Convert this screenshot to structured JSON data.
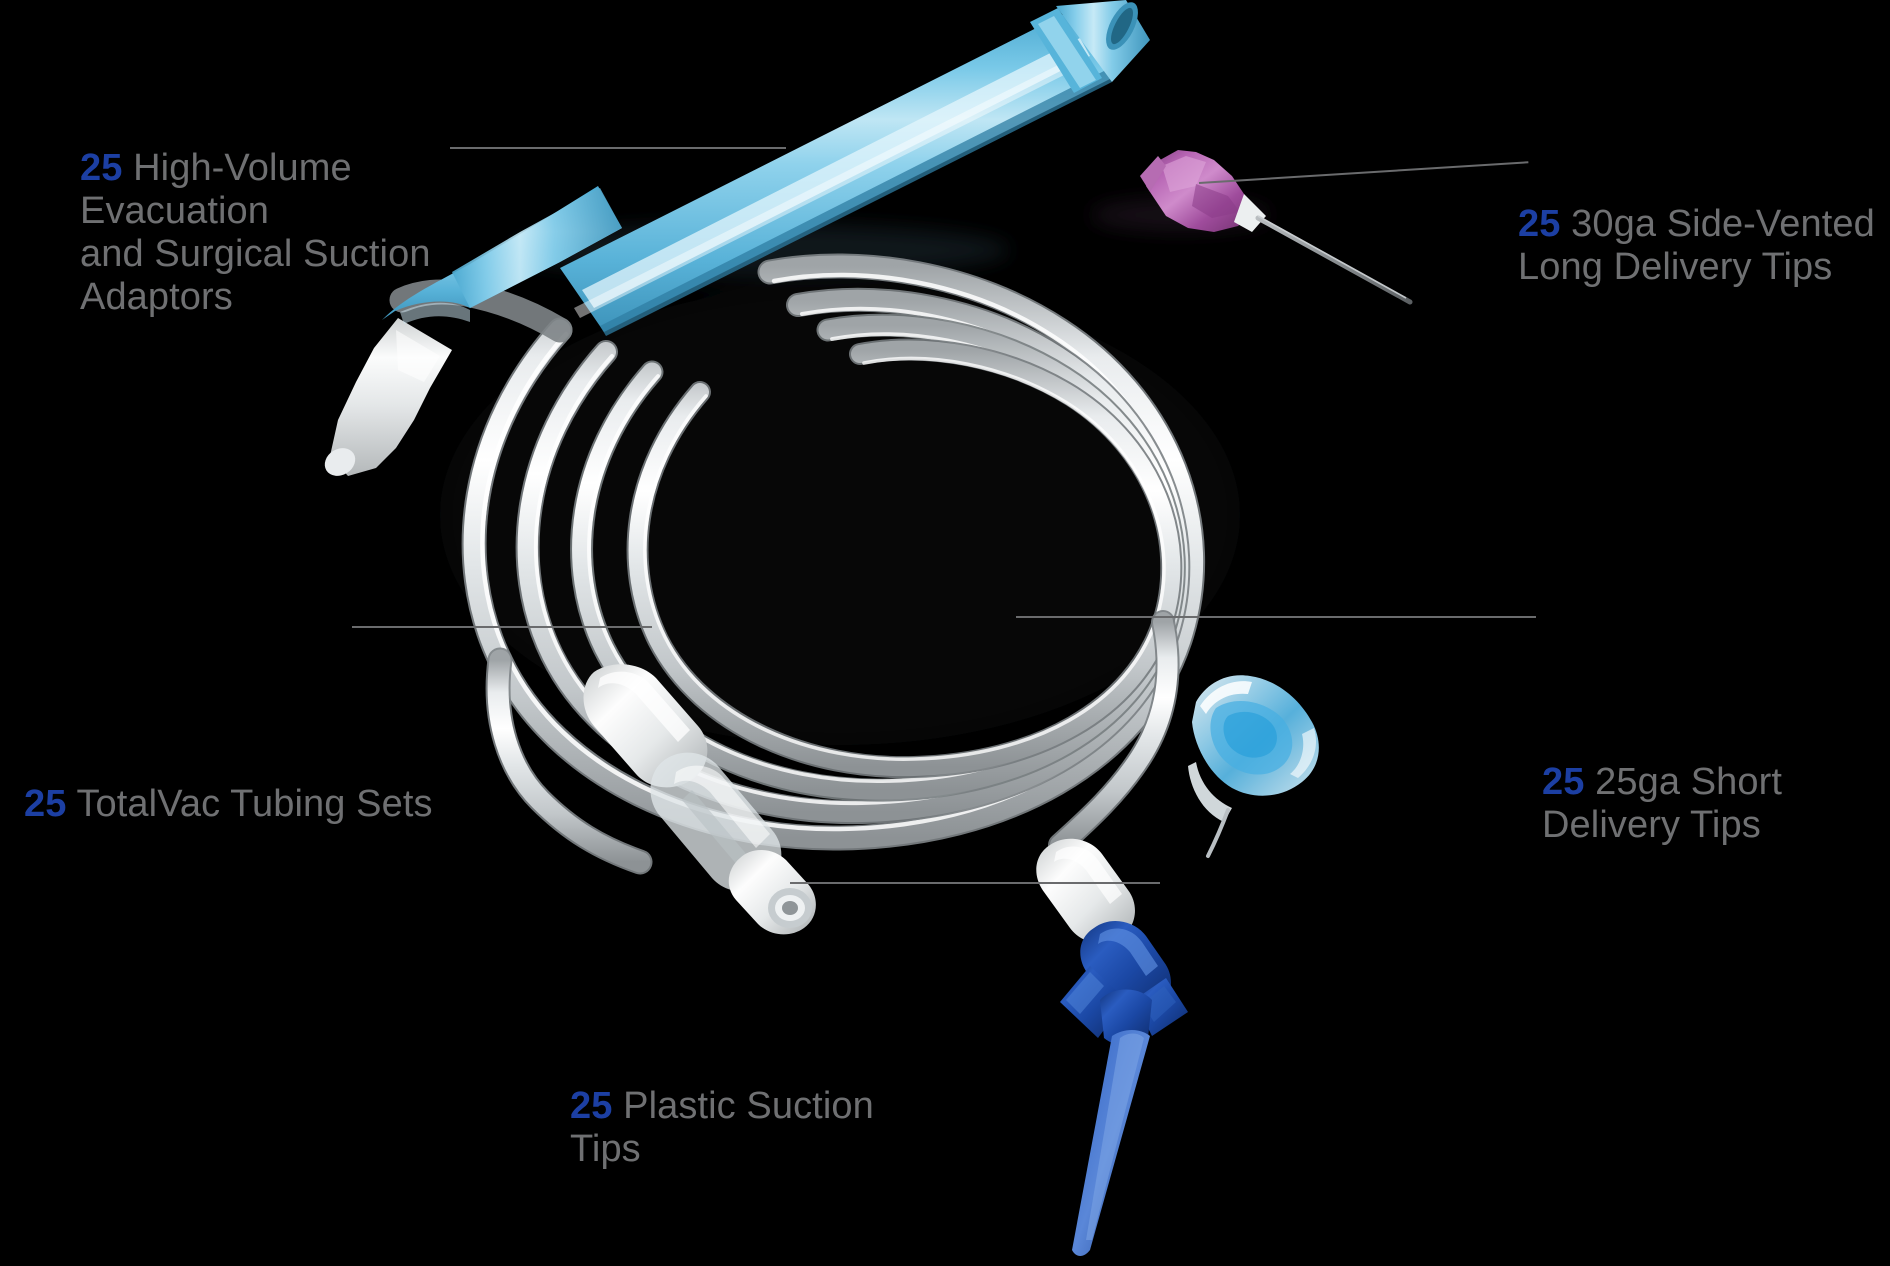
{
  "background_color": "#000000",
  "accent_color": "#1c3fa3",
  "text_color": "#6f7072",
  "leader_color": "#6a6b6d",
  "labels": [
    {
      "id": "high-volume-evacuation",
      "qty": "25",
      "text": "High-Volume Evacuation\nand Surgical Suction Adaptors",
      "position": "top-left"
    },
    {
      "id": "30ga-side-vented-long-delivery-tips",
      "qty": "25",
      "text": "30ga Side-Vented\nLong Delivery Tips",
      "position": "top-right"
    },
    {
      "id": "totalvac-tubing-sets",
      "qty": "25",
      "text": "TotalVac Tubing Sets",
      "position": "middle-left"
    },
    {
      "id": "25ga-short-delivery-tips",
      "qty": "25",
      "text": "25ga Short\nDelivery Tips",
      "position": "middle-right"
    },
    {
      "id": "plastic-suction-tips",
      "qty": "25",
      "text": "Plastic Suction Tips",
      "position": "bottom-center"
    }
  ],
  "components": [
    {
      "name": "high-volume-evacuation-adaptor",
      "color": "#6cc3e6",
      "description": "angled light-blue plastic high-volume evacuation suction adaptor with white tubing connector barb"
    },
    {
      "name": "totalvac-tubing-set",
      "color": "#e8eaea",
      "description": "coiled translucent white PVC tubing with clear luer lock connector"
    },
    {
      "name": "30ga-side-vented-long-delivery-tip",
      "color": "#a34fa0",
      "description": "purple luer hub with long thin stainless steel cannula"
    },
    {
      "name": "25ga-short-delivery-tip",
      "color": "#3fa9e0",
      "description": "blue translucent winged hub with short fine cannula"
    },
    {
      "name": "plastic-suction-tip",
      "color": "#1f4fa8",
      "description": "dark blue winged plastic suction tip tapering to a fine point"
    }
  ]
}
